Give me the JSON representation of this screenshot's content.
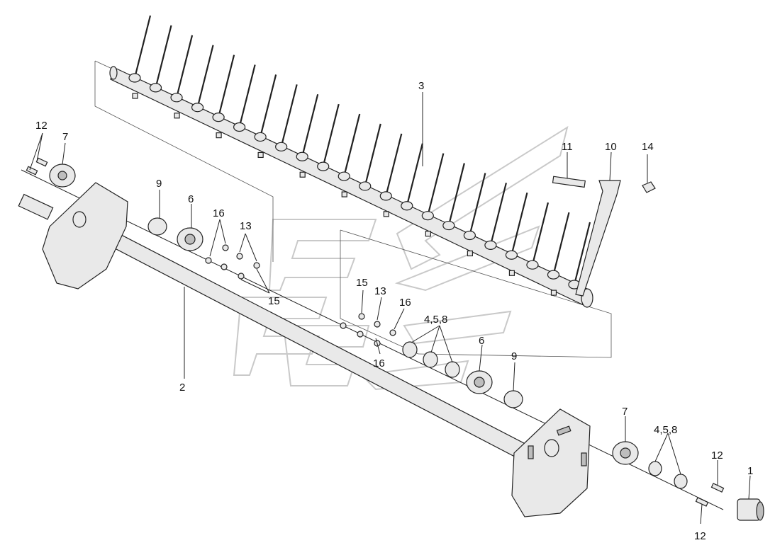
{
  "callouts": [
    {
      "id": "c1",
      "label": "1"
    },
    {
      "id": "c2",
      "label": "2"
    },
    {
      "id": "c3",
      "label": "3"
    },
    {
      "id": "c458a",
      "label": "4,5,8"
    },
    {
      "id": "c458b",
      "label": "4,5,8"
    },
    {
      "id": "c6a",
      "label": "6"
    },
    {
      "id": "c6b",
      "label": "6"
    },
    {
      "id": "c7a",
      "label": "7"
    },
    {
      "id": "c7b",
      "label": "7"
    },
    {
      "id": "c9a",
      "label": "9"
    },
    {
      "id": "c9b",
      "label": "9"
    },
    {
      "id": "c10",
      "label": "10"
    },
    {
      "id": "c11",
      "label": "11"
    },
    {
      "id": "c12a",
      "label": "12"
    },
    {
      "id": "c12b",
      "label": "12"
    },
    {
      "id": "c12c",
      "label": "12"
    },
    {
      "id": "c13a",
      "label": "13"
    },
    {
      "id": "c13b",
      "label": "13"
    },
    {
      "id": "c14",
      "label": "14"
    },
    {
      "id": "c15a",
      "label": "15"
    },
    {
      "id": "c15b",
      "label": "15"
    },
    {
      "id": "c16a",
      "label": "16"
    },
    {
      "id": "c16b",
      "label": "16"
    },
    {
      "id": "c16c",
      "label": "16"
    }
  ]
}
